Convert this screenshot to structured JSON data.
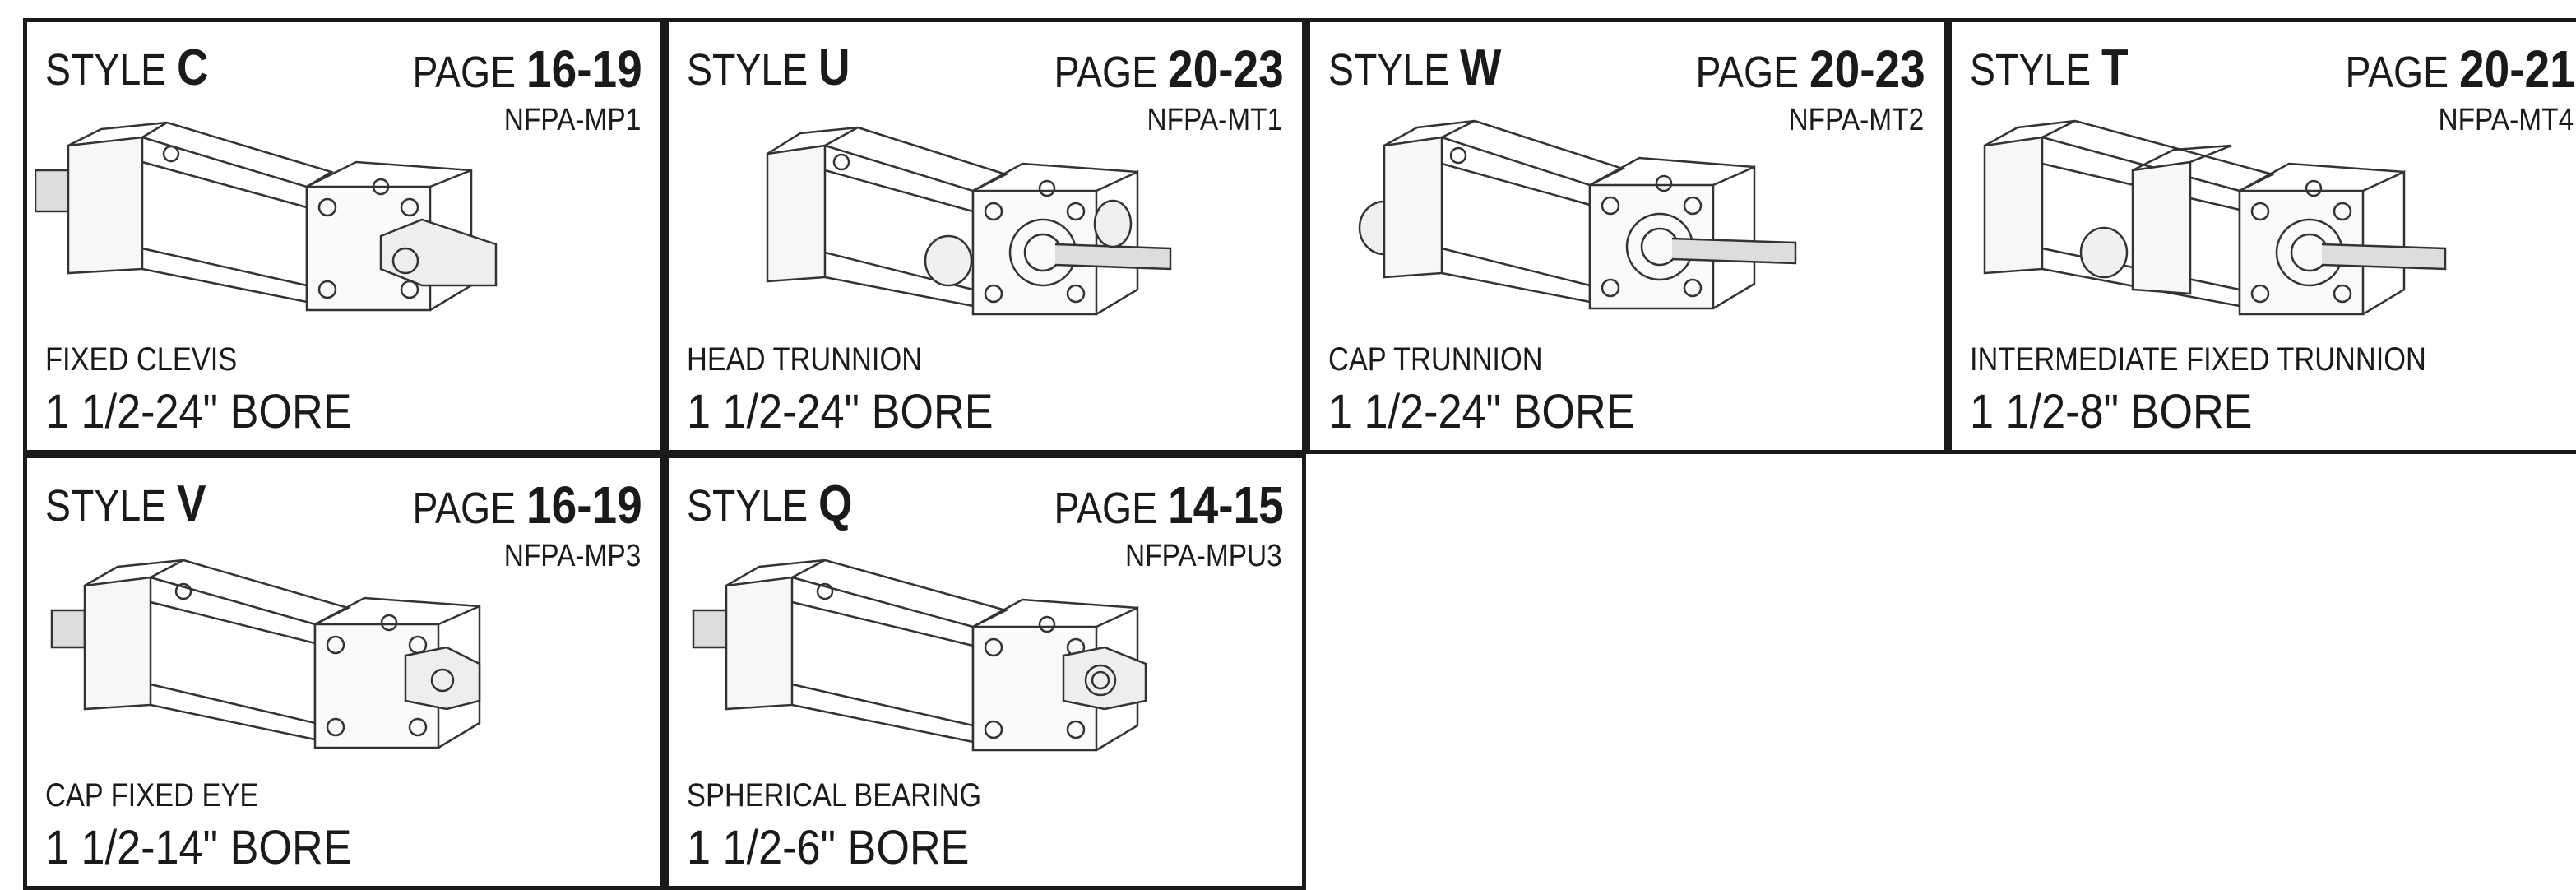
{
  "cells": [
    {
      "style_word": "STYLE",
      "style_code": "C",
      "page_word": "PAGE",
      "pages": "16-19",
      "nfpa": "NFPA-MP1",
      "mount": "FIXED CLEVIS",
      "bore": "1 1/2-24\" BORE",
      "drawing_icon": "cylinder-clevis"
    },
    {
      "style_word": "STYLE",
      "style_code": "U",
      "page_word": "PAGE",
      "pages": "20-23",
      "nfpa": "NFPA-MT1",
      "mount": "HEAD TRUNNION",
      "bore": "1 1/2-24\" BORE",
      "drawing_icon": "cylinder-head-trunnion"
    },
    {
      "style_word": "STYLE",
      "style_code": "W",
      "page_word": "PAGE",
      "pages": "20-23",
      "nfpa": "NFPA-MT2",
      "mount": "CAP TRUNNION",
      "bore": "1 1/2-24\" BORE",
      "drawing_icon": "cylinder-cap-trunnion"
    },
    {
      "style_word": "STYLE",
      "style_code": "T",
      "page_word": "PAGE",
      "pages": "20-21",
      "nfpa": "NFPA-MT4",
      "mount": "INTERMEDIATE FIXED TRUNNION",
      "bore": "1 1/2-8\" BORE",
      "drawing_icon": "cylinder-intermediate-trunnion"
    },
    {
      "style_word": "STYLE",
      "style_code": "V",
      "page_word": "PAGE",
      "pages": "16-19",
      "nfpa": "NFPA-MP3",
      "mount": "CAP FIXED EYE",
      "bore": "1 1/2-14\" BORE",
      "drawing_icon": "cylinder-fixed-eye"
    },
    {
      "style_word": "STYLE",
      "style_code": "Q",
      "page_word": "PAGE",
      "pages": "14-15",
      "nfpa": "NFPA-MPU3",
      "mount": "SPHERICAL BEARING",
      "bore": "1 1/2-6\" BORE",
      "drawing_icon": "cylinder-spherical-bearing"
    }
  ]
}
